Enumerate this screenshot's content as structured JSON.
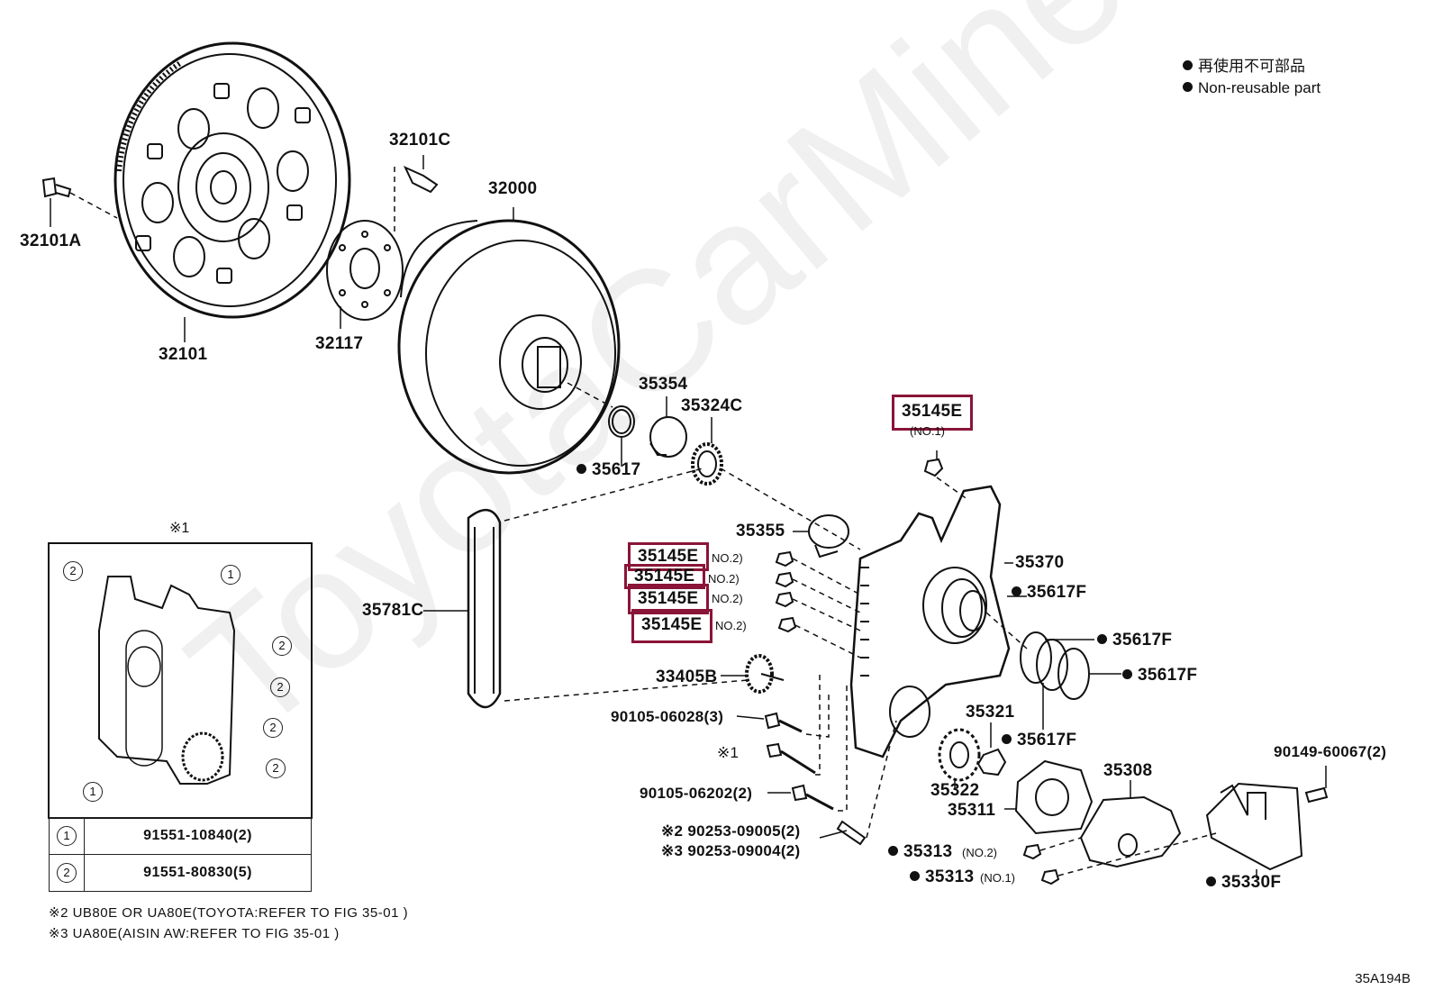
{
  "legend": {
    "line1": "再使用不可部品",
    "line2": "Non-reusable part"
  },
  "labels": {
    "p32101A": "32101A",
    "p32101": "32101",
    "p32101C": "32101C",
    "p32117": "32117",
    "p32000": "32000",
    "p35354": "35354",
    "p35324C": "35324C",
    "p35617": "35617",
    "p35145E_1": "35145E",
    "no1_a": "(NO.1)",
    "p35355": "35355",
    "p35145E_2": "35145E",
    "p35145E_3": "35145E",
    "p35145E_4": "35145E",
    "p35145E_5": "35145E",
    "no2_a": "NO.2)",
    "no2_b": "NO.2)",
    "no2_c": "NO.2)",
    "no2_d": "NO.2)",
    "p35370": "35370",
    "p35617F_1": "35617F",
    "p35617F_2": "35617F",
    "p35617F_3": "35617F",
    "p35617F_4": "35617F",
    "p35781C": "35781C",
    "p33405B": "33405B",
    "p90105_06028": "90105-06028(3)",
    "ref1": "※1",
    "p90105_06202": "90105-06202(2)",
    "p90253_09005": "※2 90253-09005(2)",
    "p90253_09004": "※3 90253-09004(2)",
    "p35321": "35321",
    "p35322": "35322",
    "p35311": "35311",
    "p35308": "35308",
    "p90149": "90149-60067(2)",
    "p35313_no2": "35313",
    "no2_e": "(NO.2)",
    "p35313_no1": "35313",
    "no1_b": "(NO.1)",
    "p35330F": "35330F"
  },
  "inset": {
    "title": "※1",
    "rows": [
      {
        "num": "1",
        "part": "91551-10840(2)"
      },
      {
        "num": "2",
        "part": "91551-80830(5)"
      }
    ],
    "callouts": [
      "2",
      "1",
      "2",
      "2",
      "2",
      "2",
      "1"
    ]
  },
  "footnotes": {
    "n2": "※2 UB80E OR UA80E(TOYOTA:REFER TO FIG 35-01 )",
    "n3": "※3 UA80E(AISIN AW:REFER TO FIG 35-01 )"
  },
  "figure_code": "35A194B",
  "watermark": "ToyotaCarMine.ru",
  "colors": {
    "highlight": "#8a1538",
    "line": "#111111"
  }
}
